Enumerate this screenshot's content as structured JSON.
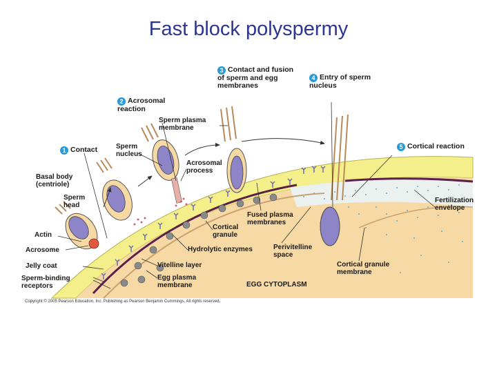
{
  "title": "Fast block polyspermy",
  "steps": [
    {
      "num": "1",
      "label": "Contact"
    },
    {
      "num": "2",
      "label": "Acrosomal reaction"
    },
    {
      "num": "3",
      "label": "Contact and fusion of sperm and egg membranes"
    },
    {
      "num": "4",
      "label": "Entry of sperm nucleus"
    },
    {
      "num": "5",
      "label": "Cortical reaction"
    }
  ],
  "labels": {
    "basal_body": [
      "Basal body",
      "(centriole)"
    ],
    "sperm_head": [
      "Sperm",
      "head"
    ],
    "actin": "Actin",
    "acrosome": "Acrosome",
    "jelly_coat": "Jelly coat",
    "sperm_binding": [
      "Sperm-binding",
      "receptors"
    ],
    "sperm_nucleus": [
      "Sperm",
      "nucleus"
    ],
    "sperm_plasma_membrane": [
      "Sperm plasma",
      "membrane"
    ],
    "acrosomal_process": [
      "Acrosomal",
      "process"
    ],
    "cortical_granule": [
      "Cortical",
      "granule"
    ],
    "hydrolytic_enzymes": "Hydrolytic enzymes",
    "vitelline_layer": "Vitelline layer",
    "egg_plasma_membrane": [
      "Egg plasma",
      "membrane"
    ],
    "fused_plasma_membranes": [
      "Fused plasma",
      "membranes"
    ],
    "perivitelline_space": [
      "Perivitelline",
      "space"
    ],
    "cortical_granule_membrane": [
      "Cortical granule",
      "membrane"
    ],
    "fertilization_envelope": [
      "Fertilization",
      "envelope"
    ],
    "egg_cytoplasm": "EGG CYTOPLASM"
  },
  "copyright": "Copyright © 2005 Pearson Education, Inc. Publishing as Pearson Benjamin Cummings. All rights reserved.",
  "colors": {
    "title": "#2d3590",
    "jelly": "#f4ef8a",
    "cytoplasm": "#f6d9a4",
    "vitelline": "#5a1f4a",
    "nucleus": "#8e84c8",
    "step_badge": "#2a9ad6"
  }
}
